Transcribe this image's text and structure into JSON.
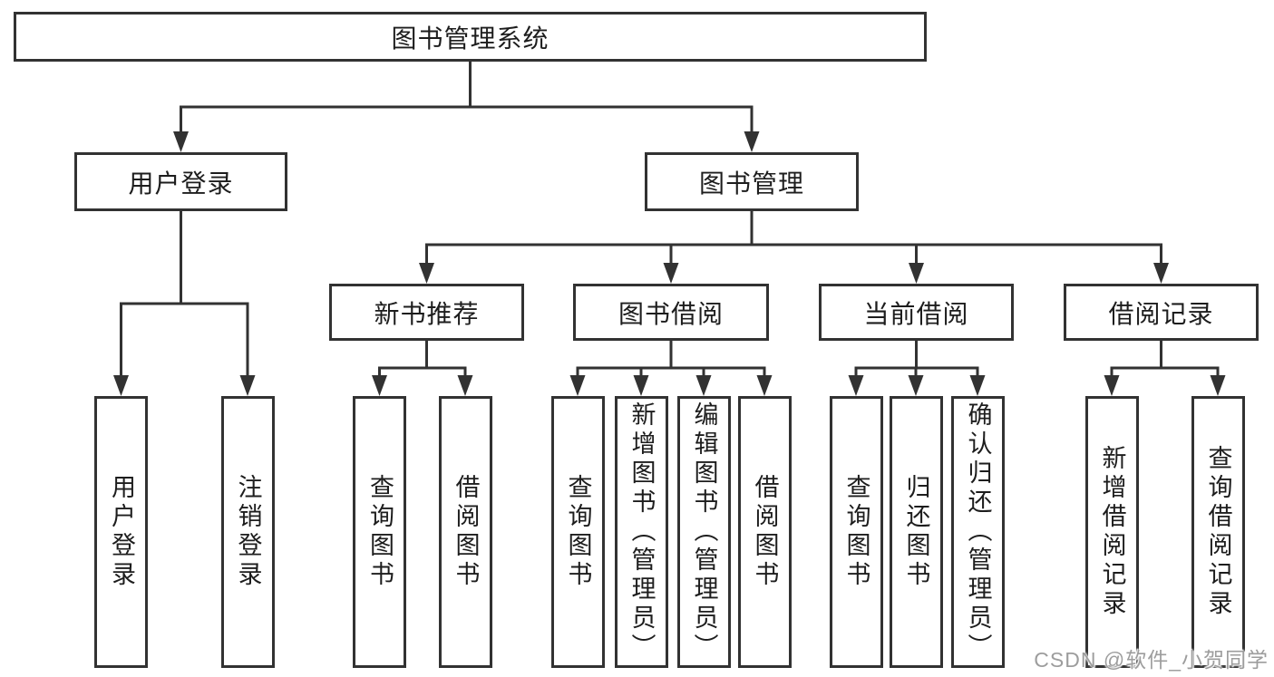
{
  "tree": {
    "root": "图书管理系统",
    "children": [
      {
        "label": "用户登录",
        "children": [
          {
            "label": "用户登录"
          },
          {
            "label": "注销登录"
          }
        ]
      },
      {
        "label": "图书管理",
        "children": [
          {
            "label": "新书推荐",
            "children": [
              {
                "label": "查询图书"
              },
              {
                "label": "借阅图书"
              }
            ]
          },
          {
            "label": "图书借阅",
            "children": [
              {
                "label": "查询图书"
              },
              {
                "label": "新增图书（管理员）"
              },
              {
                "label": "编辑图书（管理员）"
              },
              {
                "label": "借阅图书"
              }
            ]
          },
          {
            "label": "当前借阅",
            "children": [
              {
                "label": "查询图书"
              },
              {
                "label": "归还图书"
              },
              {
                "label": "确认归还（管理员）"
              }
            ]
          },
          {
            "label": "借阅记录",
            "children": [
              {
                "label": "新增借阅记录"
              },
              {
                "label": "查询借阅记录"
              }
            ]
          }
        ]
      }
    ]
  },
  "watermark": {
    "text": "CSDN @软件_小贺同学"
  },
  "colors": {
    "line": "#323232",
    "text": "#1d1d1d",
    "watermark": "#9d9d9d",
    "background": "#ffffff"
  }
}
